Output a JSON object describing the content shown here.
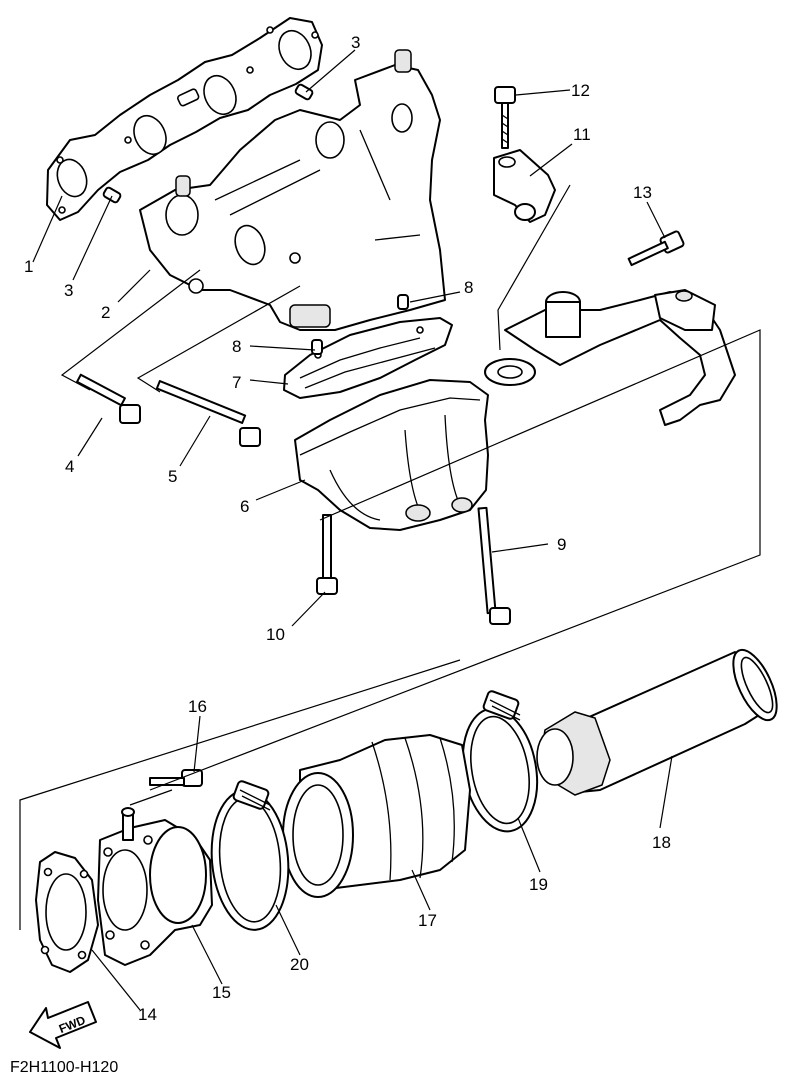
{
  "diagram": {
    "code": "F2H1100-H120",
    "direction_label": "FWD",
    "callouts": [
      "1",
      "2",
      "3",
      "3",
      "4",
      "5",
      "6",
      "7",
      "8",
      "8",
      "9",
      "10",
      "11",
      "12",
      "13",
      "14",
      "15",
      "16",
      "17",
      "18",
      "19",
      "20"
    ]
  }
}
